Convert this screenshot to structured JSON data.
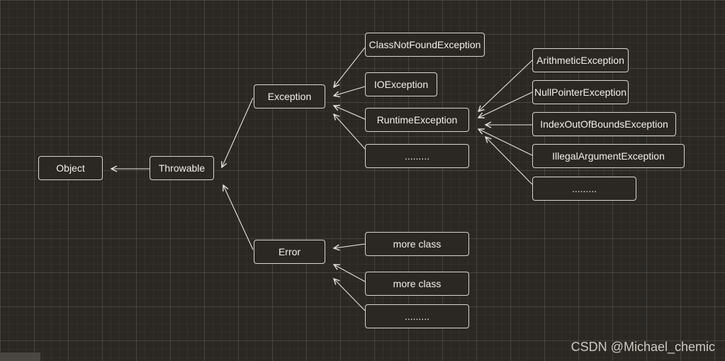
{
  "nodes": {
    "object": "Object",
    "throwable": "Throwable",
    "exception": "Exception",
    "error": "Error",
    "class_not_found": "ClassNotFoundException",
    "io_exception": "IOException",
    "runtime_exception": "RuntimeException",
    "exception_more": ".........",
    "arithmetic": "ArithmeticException",
    "null_pointer": "NullPointerException",
    "index_out_of_bounds": "IndexOutOfBoundsException",
    "illegal_argument": "IllegalArgumentException",
    "runtime_more": ".........",
    "error_more_class_1": "more class",
    "error_more_class_2": "more class",
    "error_more": "........."
  },
  "watermark": "CSDN @Michael_chemic",
  "colors": {
    "background": "#2b2824",
    "node_border": "#d9d5cc",
    "text": "#f3f0ea",
    "arrow": "#e8e4dc"
  }
}
